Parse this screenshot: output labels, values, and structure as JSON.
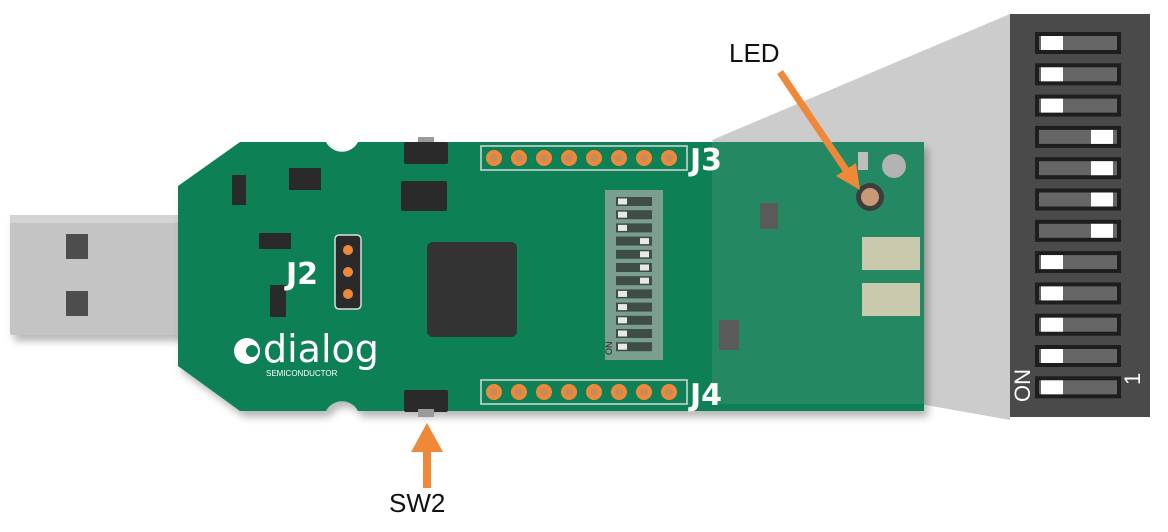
{
  "labels": {
    "led": "LED",
    "sw2": "SW2",
    "j2": "J2",
    "j3": "J3",
    "j4": "J4",
    "logo_word": "dialog",
    "logo_sub": "SEMICONDUCTOR",
    "dip_on": "ON",
    "dip_one": "1"
  },
  "dip_switch": {
    "positions": [
      "on",
      "on",
      "on",
      "off",
      "off",
      "off",
      "off",
      "on",
      "on",
      "on",
      "on",
      "on"
    ]
  },
  "colors": {
    "pcb": "#0a8054",
    "arrow": "#f0883a",
    "dip_body": "#4a4a4a",
    "magnifier": "#c8c8c8"
  }
}
